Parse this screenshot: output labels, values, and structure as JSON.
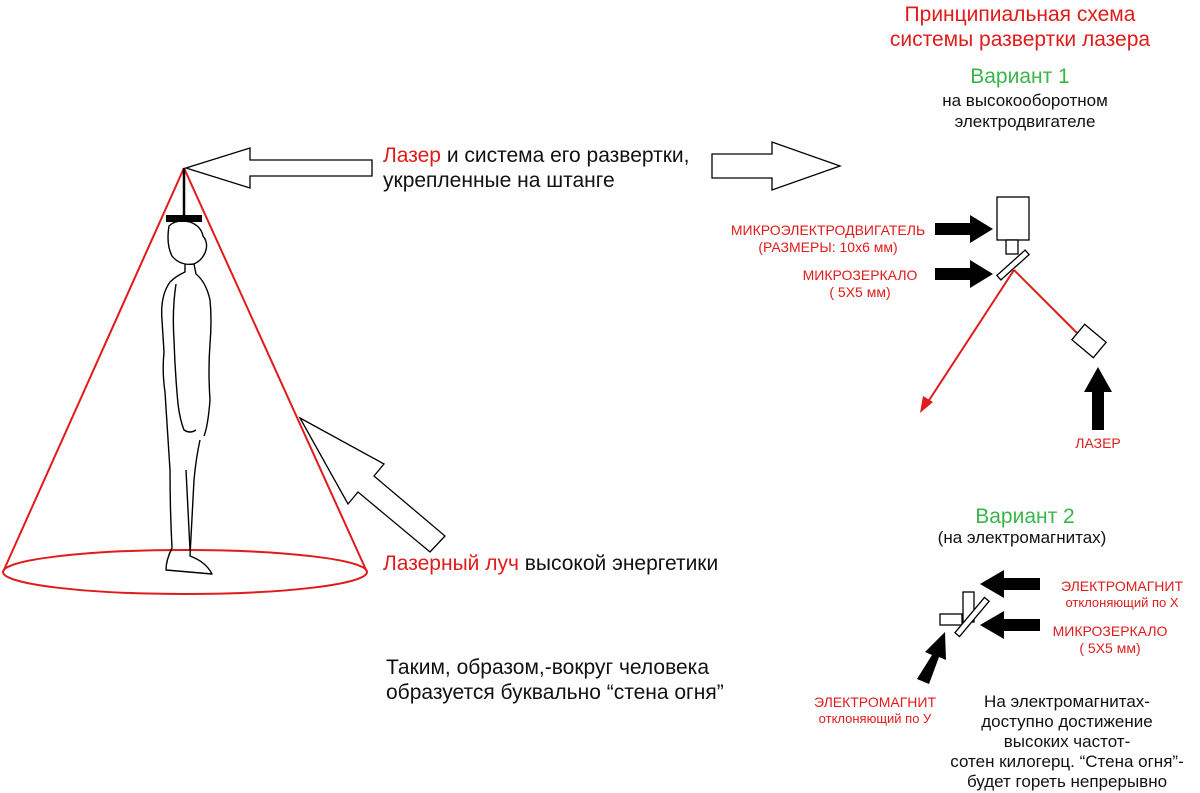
{
  "title": {
    "line1": "Принципиальная схема",
    "line2": "системы развертки лазера"
  },
  "variant1": {
    "heading": "Вариант 1",
    "sub1": "на высокооборотном",
    "sub2": "электродвигателе",
    "motor_label": "МИКРОЭЛЕКТРОДВИГАТЕЛЬ",
    "motor_size": "(РАЗМЕРЫ: 10х6 мм)",
    "mirror_label": "МИКРОЗЕРКАЛО",
    "mirror_size": "( 5Х5 мм)",
    "laser_label": "ЛАЗЕР"
  },
  "variant2": {
    "heading": "Вариант 2",
    "sub": "(на электромагнитах)",
    "magnet_x_1": "ЭЛЕКТРОМАГНИТ",
    "magnet_x_2": "отклоняющий по Х",
    "mirror_label": "МИКРОЗЕРКАЛО",
    "mirror_size": "( 5Х5 мм)",
    "magnet_y_1": "ЭЛЕКТРОМАГНИТ",
    "magnet_y_2": "отклоняющий по У",
    "note": [
      "На электромагнитах-",
      "доступно достижение",
      "высоких частот-",
      "сотен килогерц. “Стена огня”-",
      "будет гореть непрерывно"
    ]
  },
  "left": {
    "laser_word": "Лазер",
    "laser_rest": " и система его развертки,",
    "laser_line2": "укрепленные на штанге",
    "beam_word": "Лазерный луч",
    "beam_rest": " высокой энергетики",
    "result_line1": "Таким, образом,-вокруг человека",
    "result_line2": "образуется буквально “стена огня”"
  },
  "colors": {
    "red": "#e01b1b",
    "green": "#3bb54a",
    "black": "#111111"
  }
}
